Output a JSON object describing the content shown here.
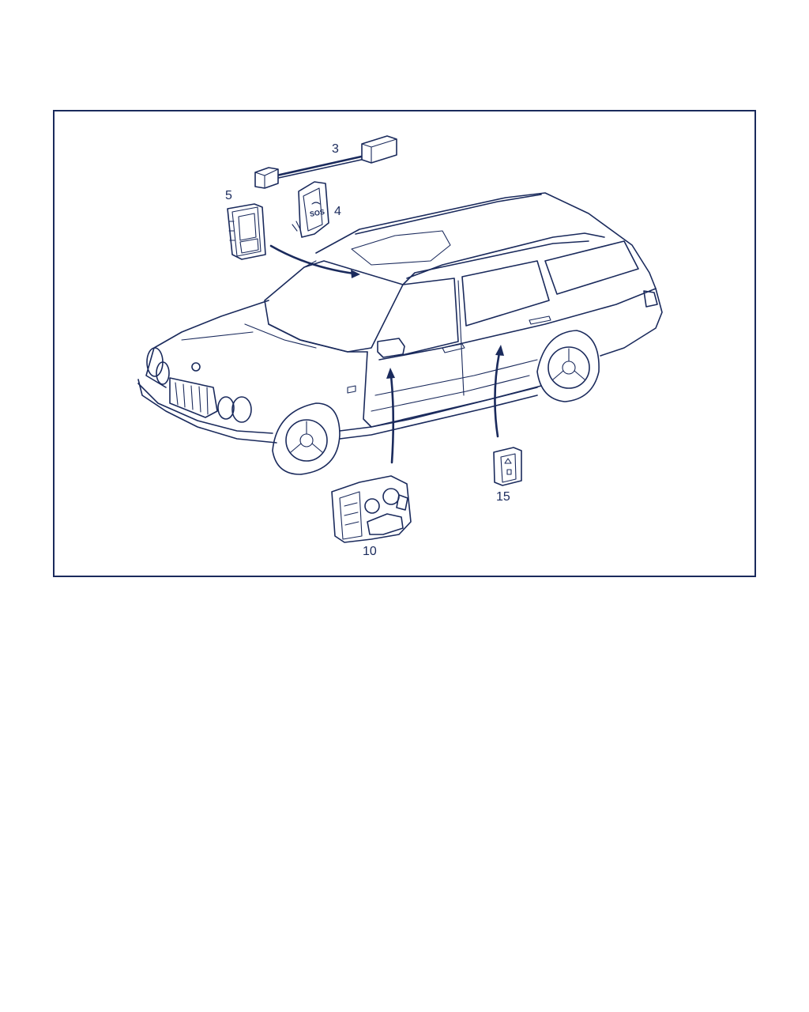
{
  "diagram": {
    "callouts": {
      "part_3": "3",
      "part_4": "4",
      "part_5": "5",
      "part_10": "10",
      "part_15": "15"
    },
    "sos_label": "SOS"
  },
  "colors": {
    "line": "#1a2a5c",
    "background": "#ffffff"
  }
}
